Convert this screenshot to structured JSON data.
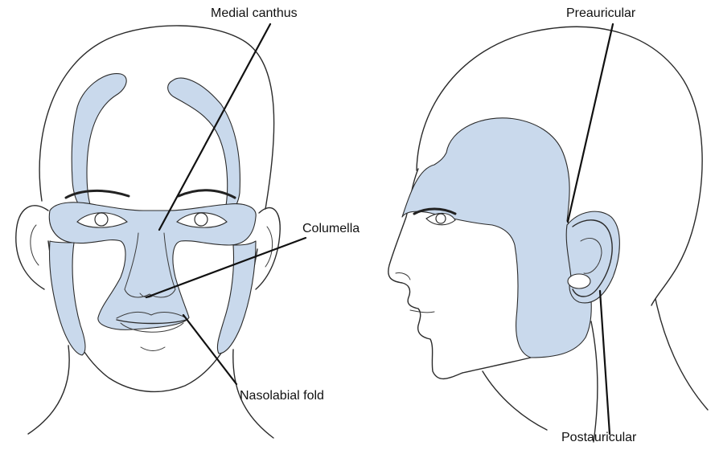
{
  "labels": {
    "medial_canthus": "Medial canthus",
    "columella": "Columella",
    "nasolabial_fold": "Nasolabial fold",
    "preauricular": "Preauricular",
    "postauricular": "Postauricular"
  },
  "colors": {
    "zone_fill": "#c9d9ec",
    "line": "#2b2b2b",
    "background": "#ffffff"
  }
}
